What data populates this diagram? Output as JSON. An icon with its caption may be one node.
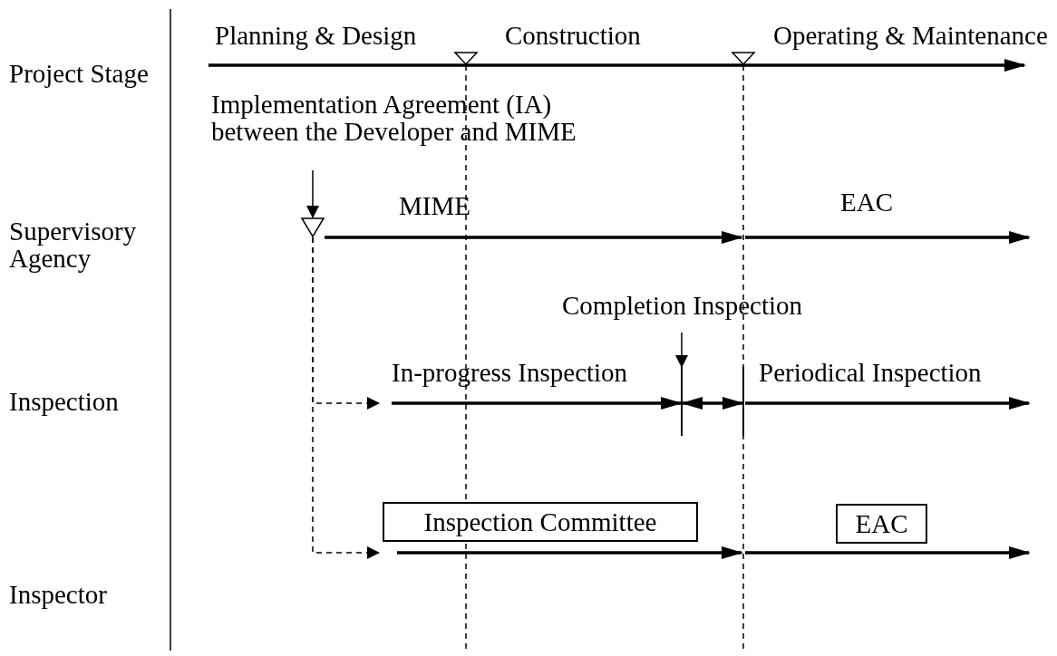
{
  "diagram": {
    "nodes": [
      {
        "text": [],
        "shape": "triangle"
      },
      {
        "text": [],
        "shape": "triangle"
      },
      {
        "text": [
          "Implementation Agreement (IA) between the Developer and MIME"
        ]
      },
      {
        "text": [],
        "shape": "triangle"
      },
      {
        "text": [
          "Completion Inspection"
        ]
      },
      {
        "text": [],
        "shape": "bar"
      },
      {
        "text": [],
        "shape": "bar"
      },
      {
        "text": [
          "Inspection Committee"
        ]
      },
      {
        "text": [
          "EAC"
        ]
      },
      {
        "text": [
          "In-progress Inspection"
        ]
      }
    ],
    "edges": [
      {
        "from": 2,
        "to": 3,
        "arrow": "to"
      },
      {
        "from": 4,
        "to": 5,
        "arrow": "to"
      },
      {
        "from": 5,
        "to": 6,
        "arrow": "both",
        "style": "thick"
      },
      {
        "from": 3,
        "to": null,
        "arrow": "to",
        "style": "thick"
      },
      {
        "from": 9,
        "to": 5,
        "arrow": "to",
        "style": "thick"
      },
      {
        "from": 0,
        "to": null,
        "arrow": "none",
        "style": "dashed"
      },
      {
        "from": 1,
        "to": null,
        "arrow": "none",
        "style": "dashed"
      },
      {
        "from": 3,
        "to": 7,
        "arrow": "to",
        "style": "dashed"
      },
      {
        "from": 3,
        "to": 9,
        "arrow": "to",
        "style": "dashed"
      }
    ],
    "labels": [
      "Planning & Design",
      "Construction",
      "Operating & Maintenance",
      "Project Stage",
      "Supervisory Agency",
      "MIME",
      "EAC",
      "Periodical Inspection",
      "Inspection",
      "Inspector"
    ]
  }
}
